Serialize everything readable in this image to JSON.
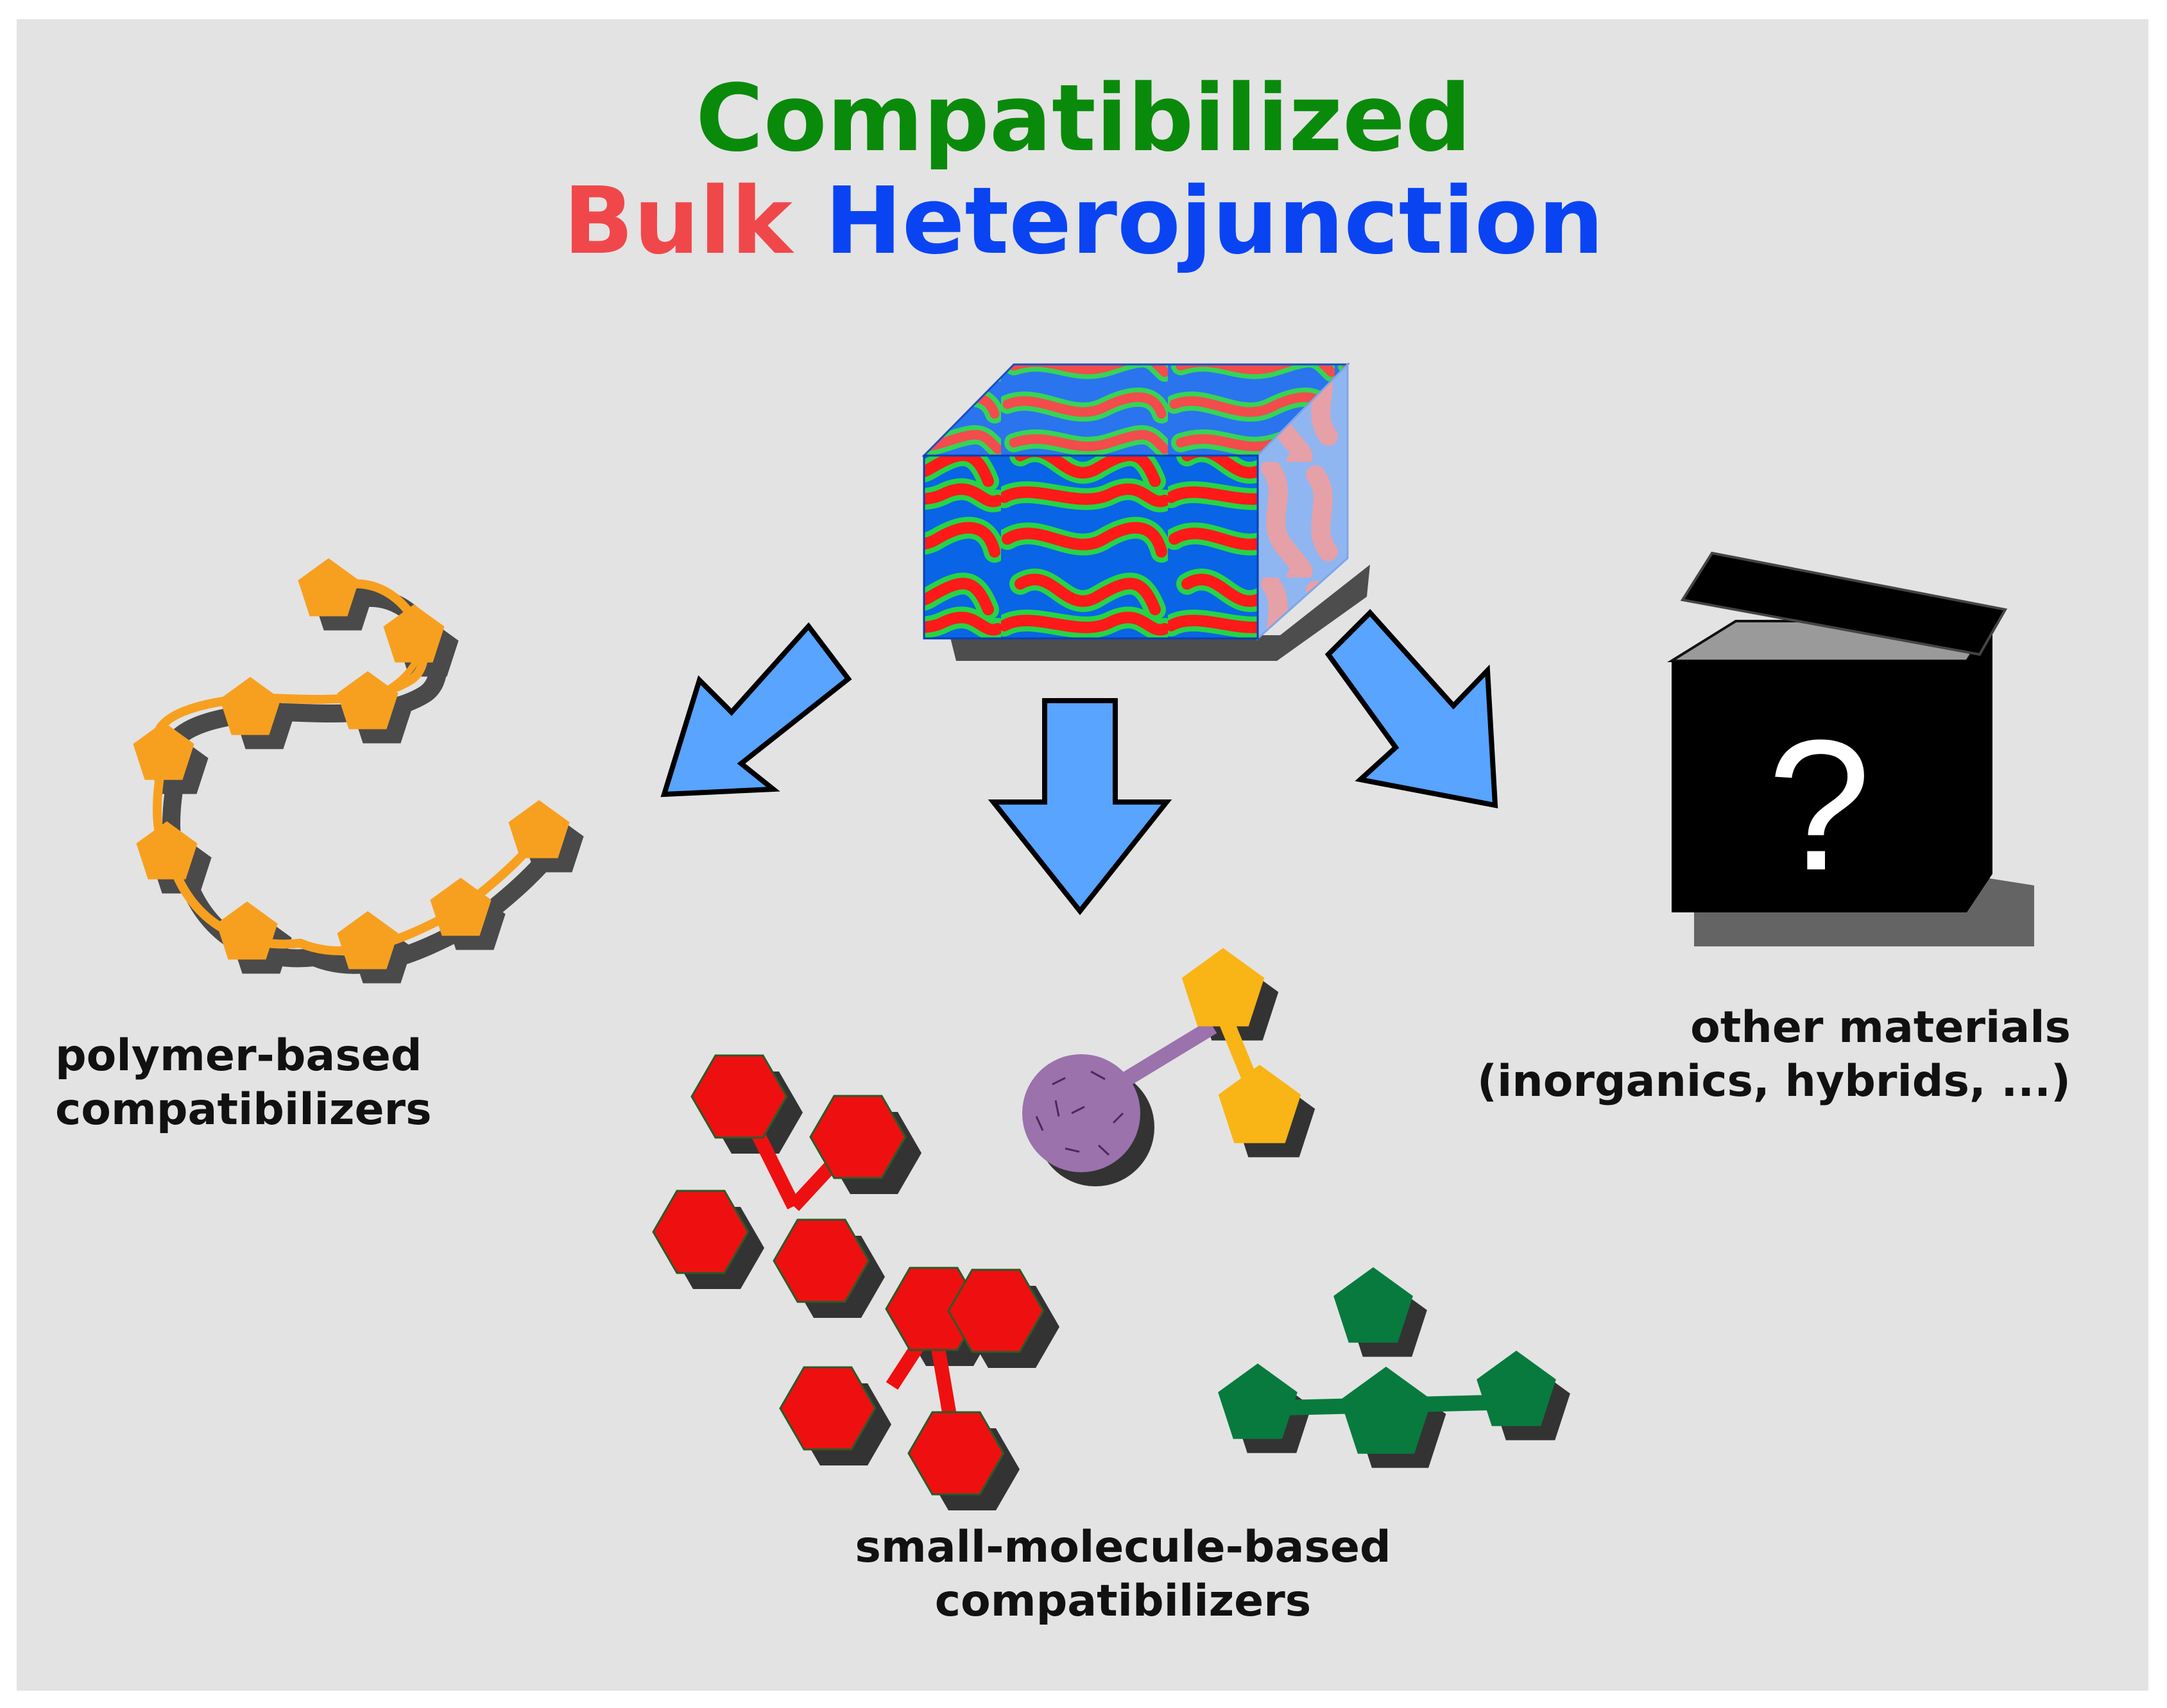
{
  "title": {
    "line1": "Compatibilized",
    "line2_part1": "Bulk",
    "line2_part2": "Heterojunction"
  },
  "labels": {
    "polymer_line1": "polymer-based",
    "polymer_line2": "compatibilizers",
    "other_line1": "other materials",
    "other_line2": "(inorganics, hybrids, ...)",
    "small_line1": "small-molecule-based",
    "small_line2": "compatibilizers"
  },
  "mystery_box": {
    "symbol": "?"
  },
  "colors": {
    "background": "#e3e3e3",
    "title_green": "#0a8a0a",
    "title_red": "#f0484a",
    "title_blue": "#0a44f2",
    "arrow_blue": "#58a4ff",
    "polymer_orange": "#f7a020",
    "small_red": "#ee1010",
    "small_yellow": "#f9b415",
    "small_purple": "#9b72ac",
    "small_green": "#087a3e",
    "phase_blue": "#0a64e6",
    "phase_red": "#ff1a1a",
    "phase_green": "#26d446"
  },
  "icons": [
    "bulk-heterojunction-cube-icon",
    "arrow-left-down-icon",
    "arrow-down-icon",
    "arrow-right-down-icon",
    "polymer-chain-icon",
    "mystery-box-icon",
    "red-hexagon-molecule-icon",
    "fullerene-pentagon-molecule-icon",
    "green-pentagon-molecule-icon"
  ]
}
